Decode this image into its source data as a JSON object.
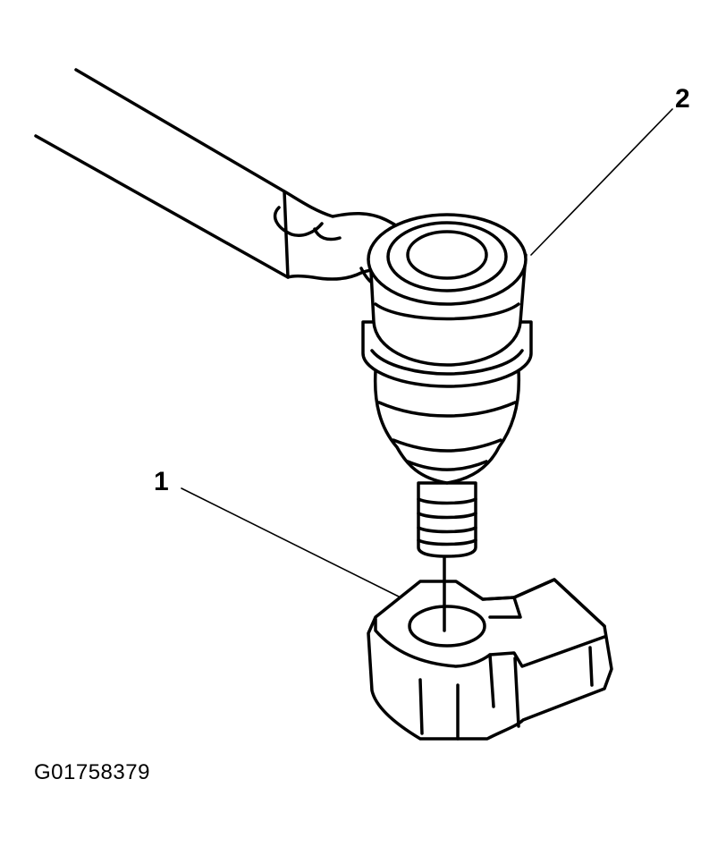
{
  "callouts": {
    "one": "1",
    "two": "2"
  },
  "figure_id": "G01758379",
  "icons": [
    "wrench-icon",
    "ball-joint-icon",
    "knuckle-icon"
  ]
}
